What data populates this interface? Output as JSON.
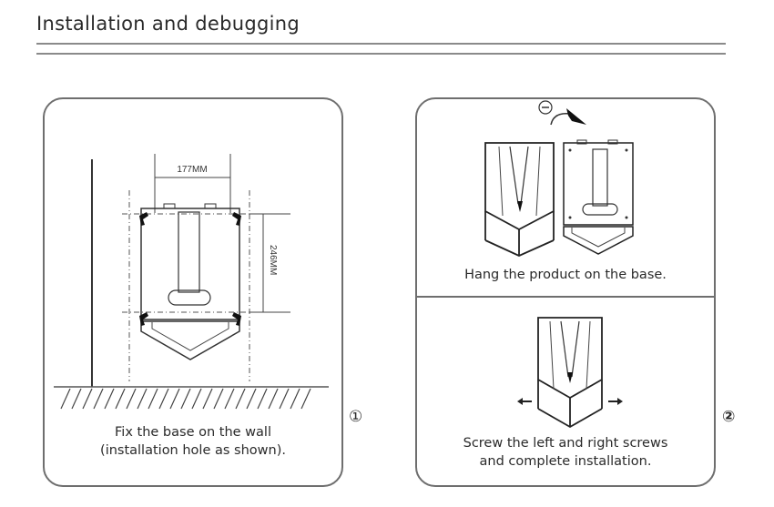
{
  "header": {
    "title": "Installation and debugging"
  },
  "step1": {
    "number": "①",
    "caption_line1": "Fix the base on the wall",
    "caption_line2": "(installation hole as shown).",
    "dim_width": "177MM",
    "dim_height": "246MM"
  },
  "step2": {
    "number": "②",
    "top_caption": "Hang the product on the base.",
    "bottom_caption_line1": "Screw the left and right screws",
    "bottom_caption_line2": "and complete installation."
  }
}
